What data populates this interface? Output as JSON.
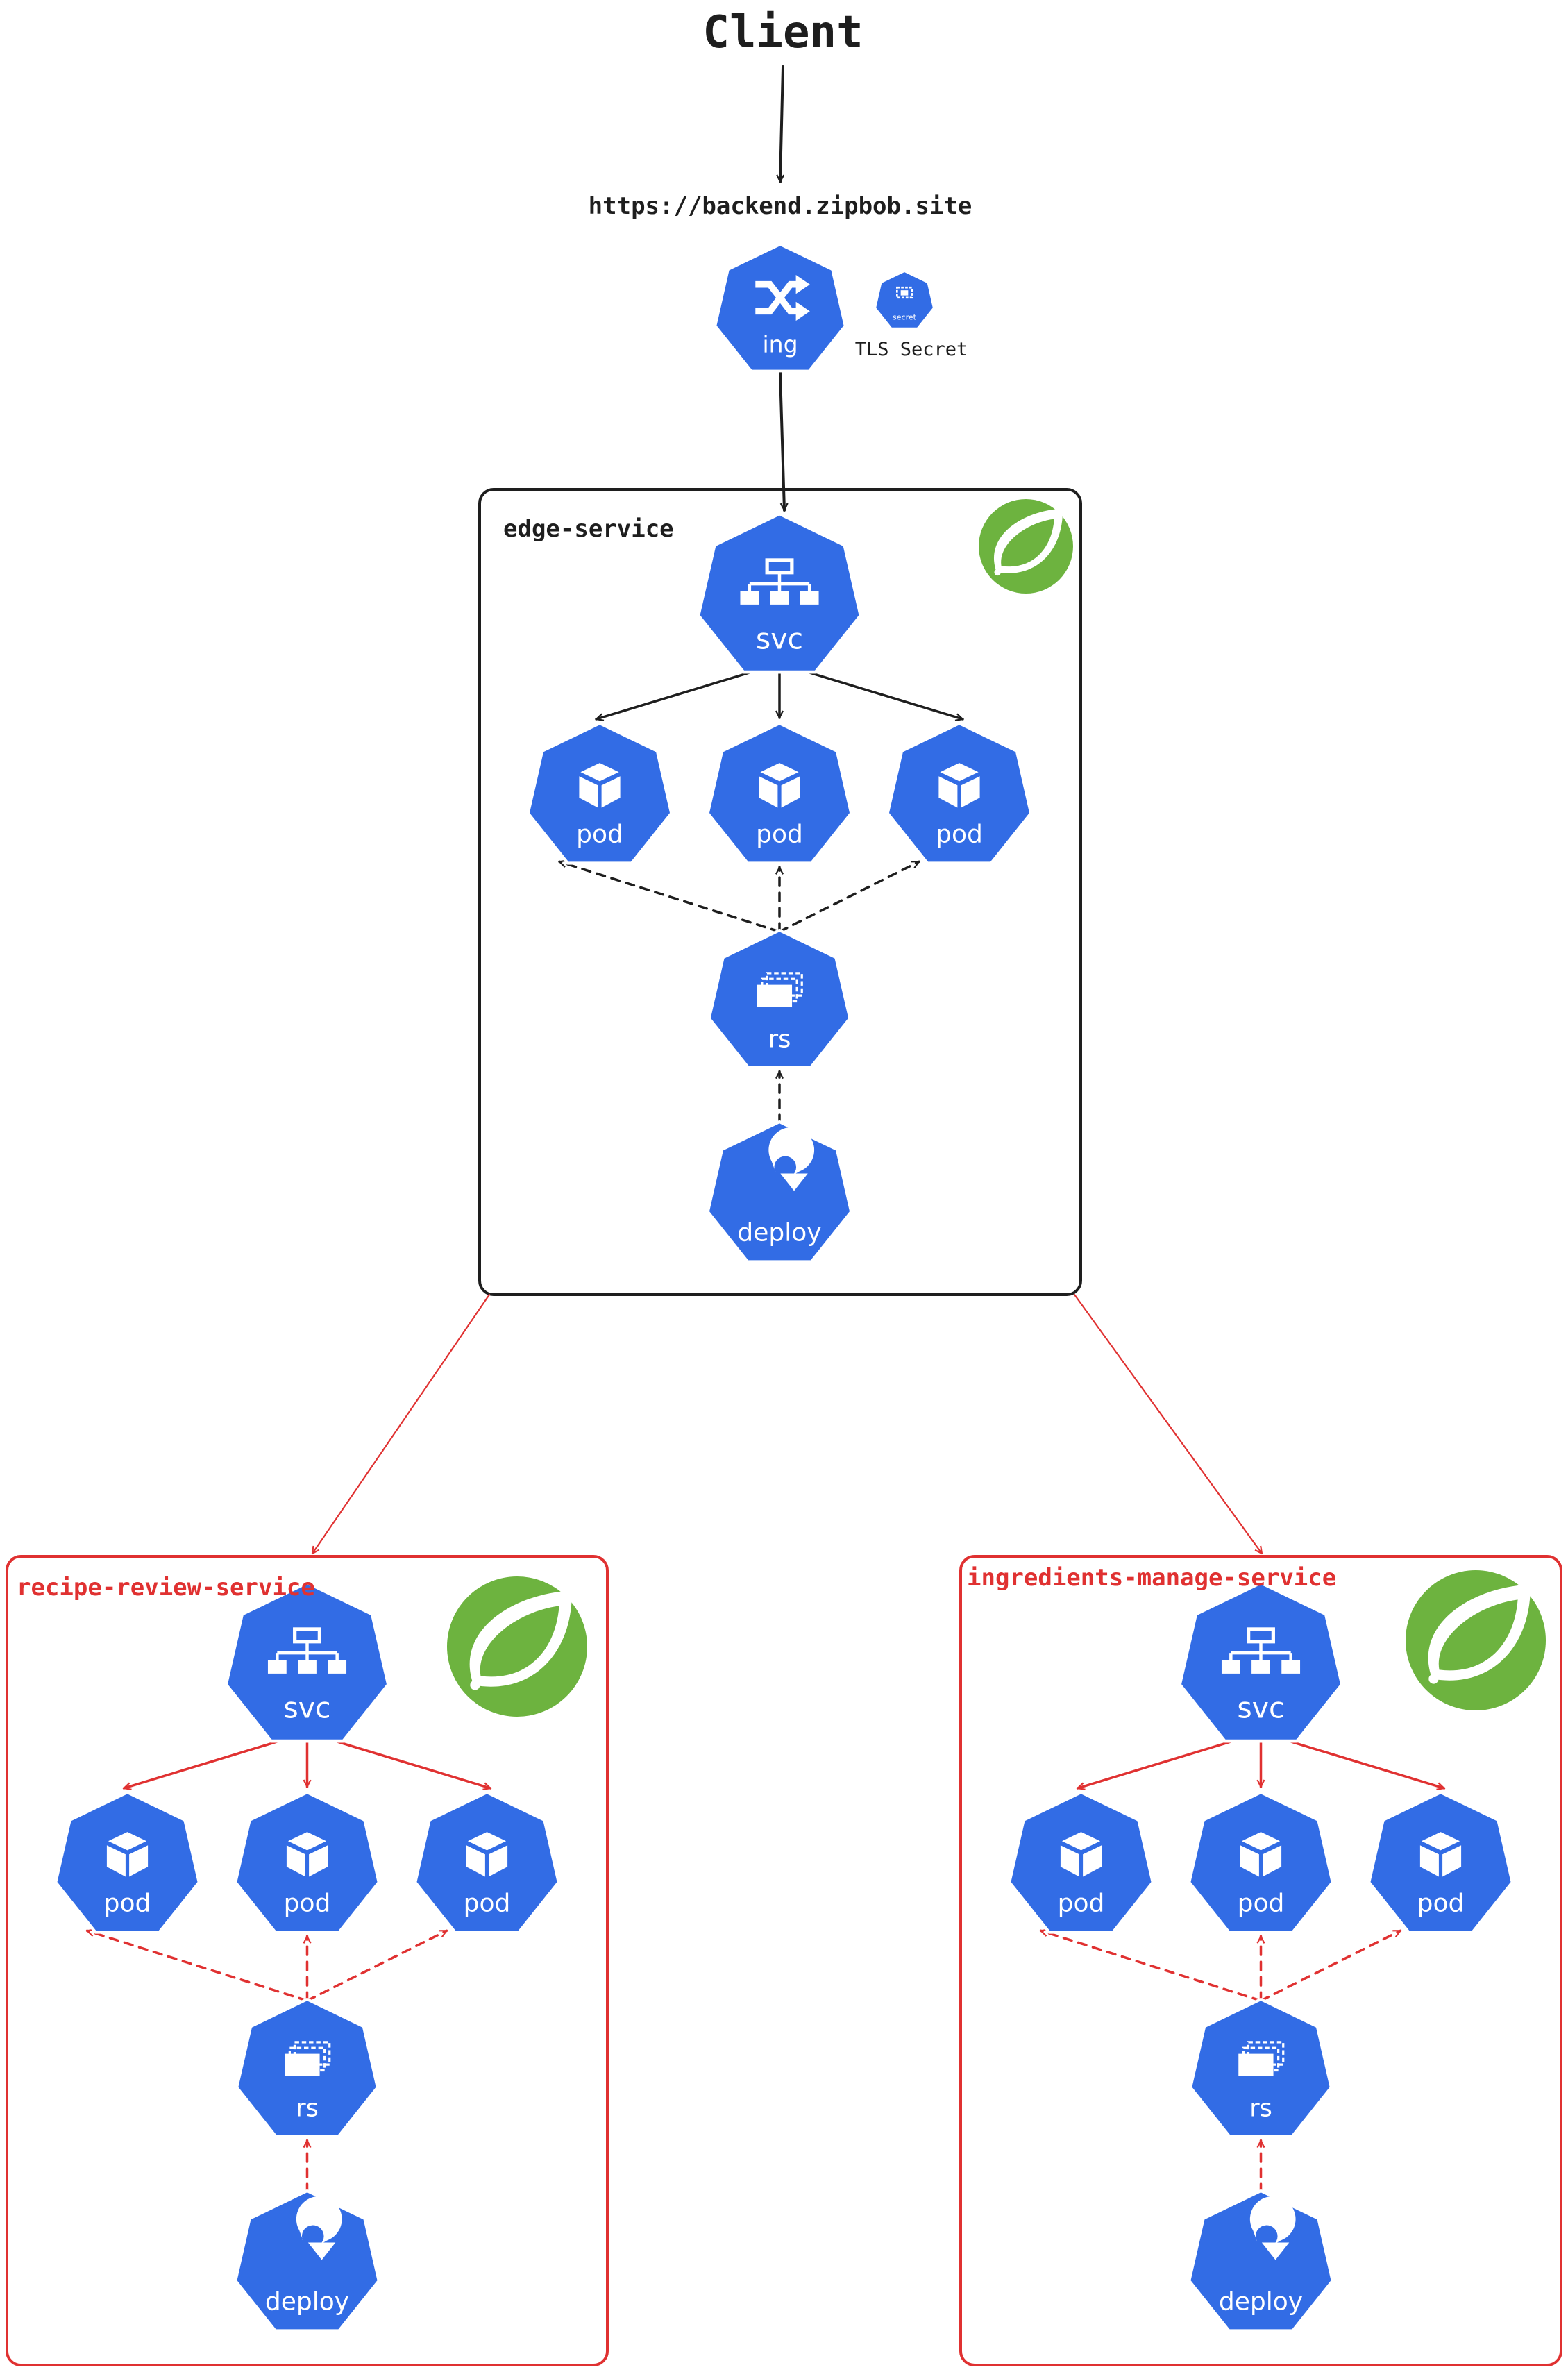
{
  "client": {
    "label": "Client"
  },
  "endpoint": {
    "url": "https://backend.zipbob.site"
  },
  "ingress": {
    "icon_label": "ing"
  },
  "tls_secret": {
    "icon_label": "secret",
    "label": "TLS Secret"
  },
  "colors": {
    "k8s_blue": "#326ce5",
    "spring_green": "#6db33f",
    "edge_accent": "#1e1e1e",
    "downstream_accent": "#e03131"
  },
  "services": [
    {
      "name": "edge-service",
      "accent": "#1e1e1e",
      "svc_label": "svc",
      "pod_labels": [
        "pod",
        "pod",
        "pod"
      ],
      "rs_label": "rs",
      "deploy_label": "deploy"
    },
    {
      "name": "recipe-review-service",
      "accent": "#e03131",
      "svc_label": "svc",
      "pod_labels": [
        "pod",
        "pod",
        "pod"
      ],
      "rs_label": "rs",
      "deploy_label": "deploy"
    },
    {
      "name": "ingredients-manage-service",
      "accent": "#e03131",
      "svc_label": "svc",
      "pod_labels": [
        "pod",
        "pod",
        "pod"
      ],
      "rs_label": "rs",
      "deploy_label": "deploy"
    }
  ]
}
